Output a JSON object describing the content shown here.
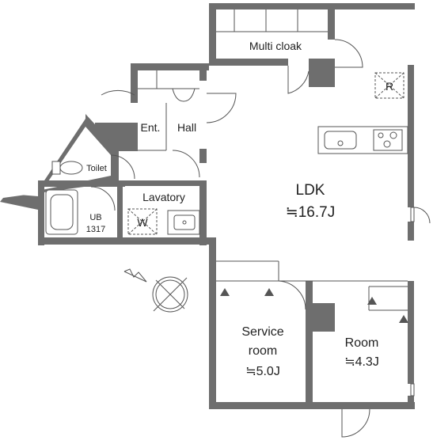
{
  "rooms": {
    "multi_cloak": "Multi cloak",
    "entrance": "Ent.",
    "hall": "Hall",
    "toilet": "Toilet",
    "lavatory": "Lavatory",
    "unit_bath": "UB",
    "unit_bath_size": "1317",
    "washer_mark": "W",
    "fridge_mark": "R",
    "ldk": "LDK",
    "ldk_area": "≒16.7J",
    "service_room_line1": "Service",
    "service_room_line2": "room",
    "service_room_area": "≒5.0J",
    "room": "Room",
    "room_area": "≒4.3J"
  },
  "colors": {
    "wall": "#6e6e6e",
    "line": "#555555",
    "background": "#ffffff"
  },
  "icons": [
    "compass-north-icon",
    "refrigerator-icon",
    "washing-machine-icon",
    "kitchen-sink-icon",
    "stove-icon",
    "toilet-icon",
    "bathtub-icon"
  ]
}
